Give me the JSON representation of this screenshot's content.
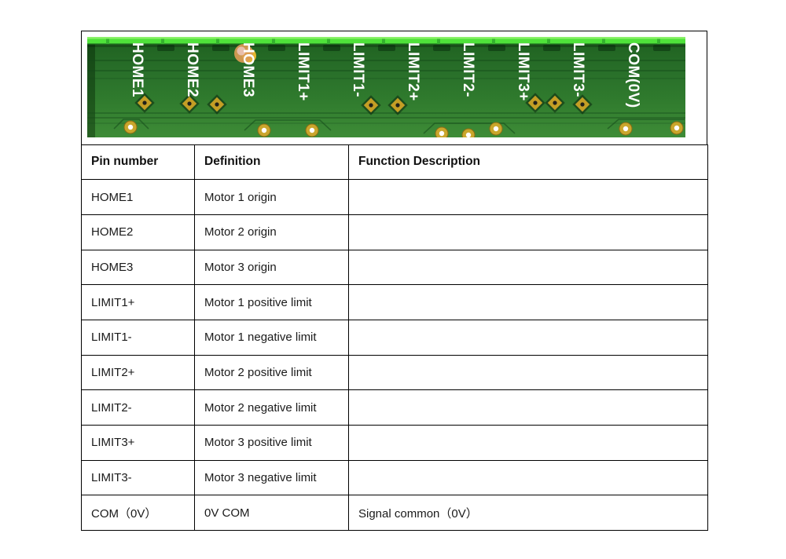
{
  "pcb": {
    "labels": [
      "HOME1",
      "HOME2",
      "HOME3",
      "LIMIT1+",
      "LIMIT1-",
      "LIMIT2+",
      "LIMIT2-",
      "LIMIT3+",
      "LIMIT3-",
      "COM(0V)"
    ],
    "colors": {
      "board_dark": "#1f6120",
      "board_light": "#3e8c37",
      "edge_strip": "#4fe23a",
      "pad_gold": "#c9a62c",
      "silkscreen": "#ffffff",
      "highlight_blob": "#dc9c55"
    }
  },
  "table": {
    "headers": [
      "Pin number",
      "Definition",
      "Function Description"
    ],
    "rows": [
      {
        "pin": "HOME1",
        "definition": "Motor 1 origin",
        "function": ""
      },
      {
        "pin": "HOME2",
        "definition": "Motor 2 origin",
        "function": ""
      },
      {
        "pin": "HOME3",
        "definition": "Motor 3 origin",
        "function": ""
      },
      {
        "pin": "LIMIT1+",
        "definition": "Motor 1 positive limit",
        "function": ""
      },
      {
        "pin": "LIMIT1-",
        "definition": "Motor 1 negative limit",
        "function": ""
      },
      {
        "pin": "LIMIT2+",
        "definition": "Motor 2 positive limit",
        "function": ""
      },
      {
        "pin": "LIMIT2-",
        "definition": "Motor 2 negative limit",
        "function": ""
      },
      {
        "pin": "LIMIT3+",
        "definition": "Motor 3 positive limit",
        "function": ""
      },
      {
        "pin": "LIMIT3-",
        "definition": "Motor 3 negative limit",
        "function": ""
      },
      {
        "pin": "COM（0V）",
        "definition": "0V COM",
        "function": "Signal common（0V）"
      }
    ]
  }
}
